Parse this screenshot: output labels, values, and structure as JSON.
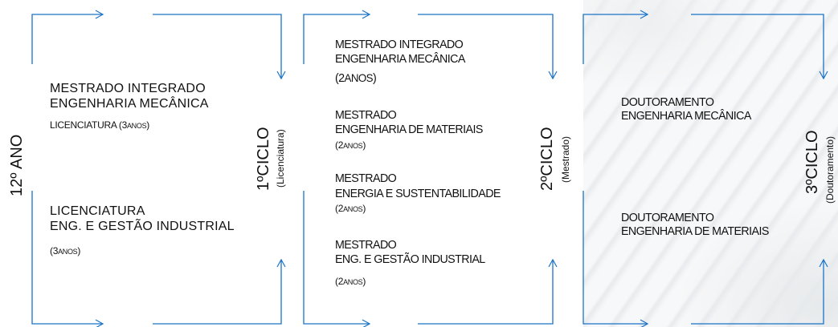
{
  "colors": {
    "arrow": "#1a73c8",
    "text": "#111111"
  },
  "left_label": "12º ANO",
  "column1": {
    "block1": {
      "line1": "MESTRADO INTEGRADO",
      "line2": "ENGENHARIA MECÂNICA",
      "duration_prefix": "LICENCIATURA  (3",
      "duration_sc": "ANOS",
      "duration_suffix": ")"
    },
    "block2": {
      "line1": "LICENCIATURA",
      "line2": "ENG. E GESTÃO INDUSTRIAL",
      "duration_prefix": "(3",
      "duration_sc": "ANOS",
      "duration_suffix": ")"
    }
  },
  "cycle1": {
    "title": "1ºCICLO",
    "subtitle": "(Licenciatura)"
  },
  "column2": {
    "items": [
      {
        "line1": "MESTRADO INTEGRADO",
        "line2": "ENGENHARIA MECÂNICA",
        "duration_prefix": "(2",
        "duration_sc": "ANOS",
        "duration_suffix": ")"
      },
      {
        "line1": "MESTRADO",
        "line2": "ENGENHARIA DE MATERIAIS",
        "duration_prefix": "(2",
        "duration_sc": "ANOS",
        "duration_suffix": ")"
      },
      {
        "line1": "MESTRADO",
        "line2": "ENERGIA E SUSTENTABILIDADE",
        "duration_prefix": "(2",
        "duration_sc": "ANOS",
        "duration_suffix": ")"
      },
      {
        "line1": "MESTRADO",
        "line2": "ENG. E GESTÃO INDUSTRIAL",
        "duration_prefix": "(2",
        "duration_sc": "ANOS",
        "duration_suffix": ")"
      }
    ]
  },
  "cycle2": {
    "title": "2ºCICLO",
    "subtitle": "(Mestrado)"
  },
  "column3": {
    "items": [
      {
        "line1": "DOUTORAMENTO",
        "line2": "ENGENHARIA MECÂNICA"
      },
      {
        "line1": "DOUTORAMENTO",
        "line2": "ENGENHARIA DE MATERIAIS"
      }
    ]
  },
  "cycle3": {
    "title": "3ºCICLO",
    "subtitle": "(Doutoramento)"
  }
}
